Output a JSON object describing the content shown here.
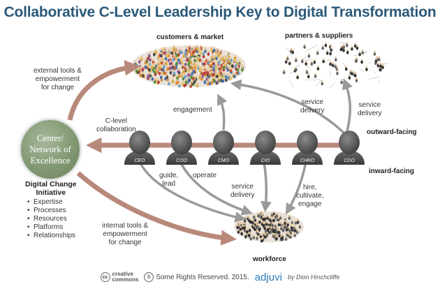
{
  "title": "Collaborative C-Level Leadership Key to Digital Transformation",
  "groups": {
    "customers": "customers & market",
    "partners": "partners & suppliers",
    "workforce": "workforce"
  },
  "hub": {
    "line1": "Center/",
    "line2": "Network of",
    "line3": "Excellence"
  },
  "executives": [
    "CEO",
    "COO",
    "CMO",
    "CIO",
    "CHRO",
    "CDO"
  ],
  "labels": {
    "external_tools": [
      "external tools &",
      "empowerment",
      "for change"
    ],
    "internal_tools": [
      "internal tools &",
      "empowerment",
      "for change"
    ],
    "c_level": [
      "C-level",
      "collaboration"
    ],
    "engagement": "engagement",
    "service_delivery_top": [
      "service",
      "delivery"
    ],
    "service_delivery_right": [
      "service",
      "delivery"
    ],
    "service_delivery_bottom": [
      "service",
      "delivery"
    ],
    "outward": "outward-facing",
    "inward": "inward-facing",
    "guide_lead": [
      "guide,",
      "lead"
    ],
    "operate": "operate",
    "hire": [
      "hire,",
      "cultivate,",
      "engage"
    ]
  },
  "initiative": {
    "heading_1": "Digital Change",
    "heading_2": "Initiative",
    "items": [
      "Expertise",
      "Processes",
      "Resources",
      "Platforms",
      "Relationships"
    ]
  },
  "footer": {
    "cc_1": "creative",
    "cc_2": "commons",
    "rights": "Some Rights Reserved. 2015.",
    "brand": "adjuvi",
    "byline": "by Dion Hinchcliffe"
  },
  "colors": {
    "title": "#2a5978",
    "brown_arrow": "#b8897a",
    "gray_arrow": "#9a9a9a",
    "hub": "#7f9670"
  }
}
